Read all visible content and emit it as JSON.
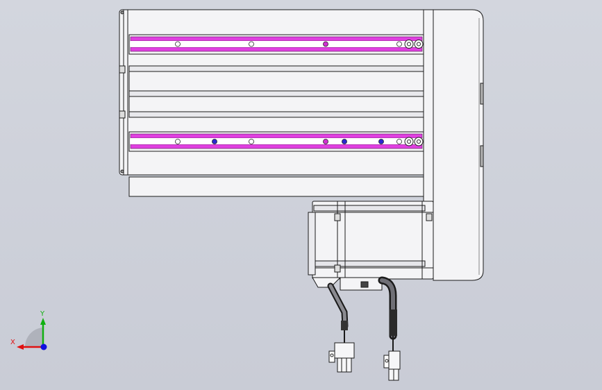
{
  "viewport": {
    "background": "#cfd2da",
    "view_name": "cad-top-view"
  },
  "model": {
    "body_color": "#f4f4f6",
    "outline_color": "#1a1a1a",
    "rail_accent": "#e040e0",
    "dot_blue": "#2a2ad0",
    "dot_magenta": "#d030d0"
  },
  "triad": {
    "x_label": "X",
    "y_label": "Y",
    "x_color": "#e01010",
    "y_color": "#10b010",
    "z_color": "#1010e0"
  }
}
